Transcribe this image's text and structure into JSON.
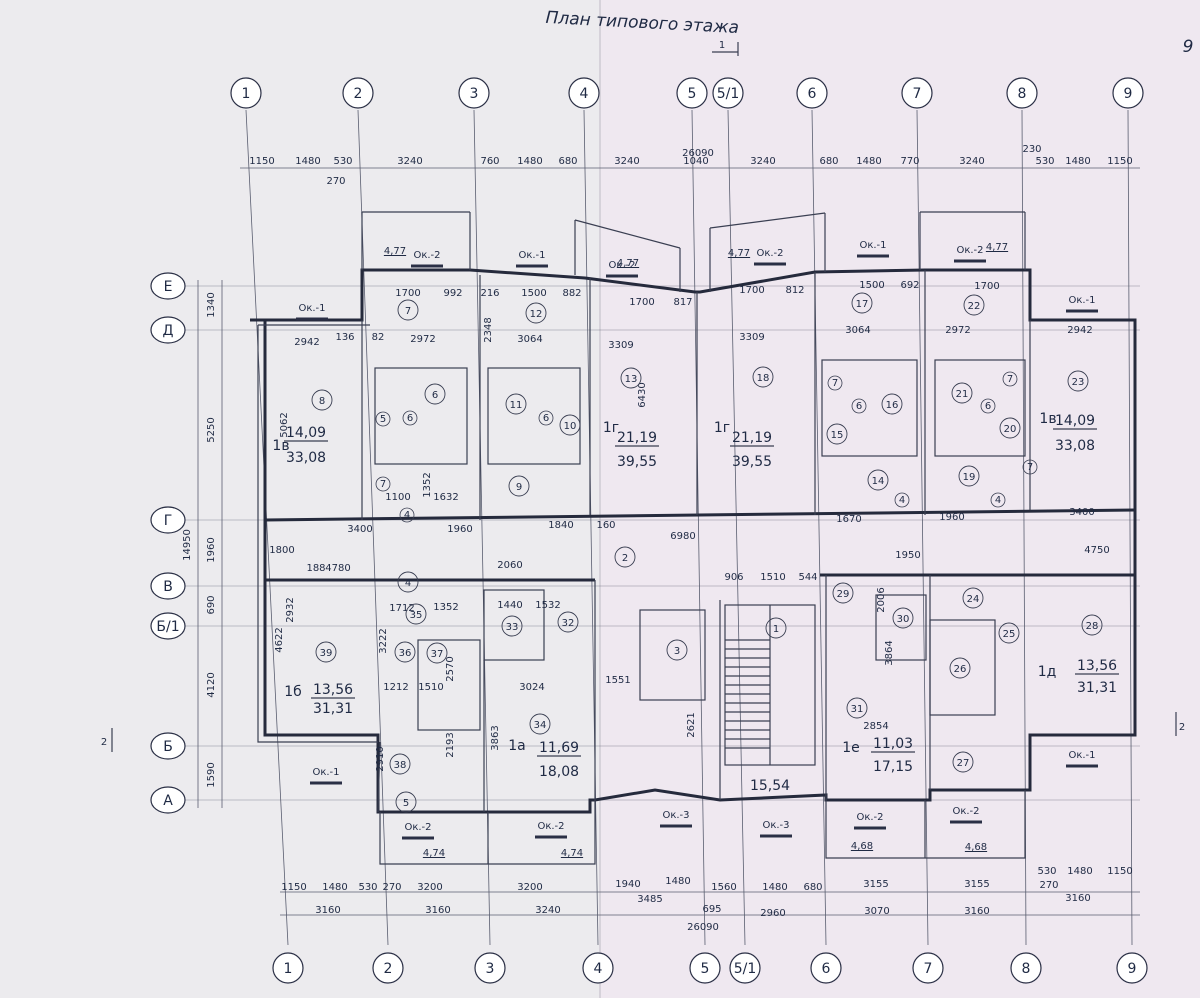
{
  "title": "План типового этажа",
  "page_mark": "9",
  "section_mark": "1",
  "section_mark_side": "2",
  "axes_top": [
    "1",
    "2",
    "3",
    "4",
    "5",
    "5/1",
    "6",
    "7",
    "8",
    "9"
  ],
  "axes_bottom": [
    "1",
    "2",
    "3",
    "4",
    "5",
    "5/1",
    "6",
    "7",
    "8",
    "9"
  ],
  "axes_left": [
    "Е",
    "Д",
    "Г",
    "В",
    "Б/1",
    "Б",
    "А"
  ],
  "overall_dim": "26090",
  "left_total": "14950",
  "left_dims": [
    "1340",
    "5250",
    "1960",
    "690",
    "4120",
    "1590"
  ],
  "top_dims": [
    "1150",
    "1480",
    "530",
    "3240",
    "760",
    "1480",
    "680",
    "3240",
    "1040",
    "3240",
    "680",
    "1480",
    "770",
    "3240",
    "530",
    "1480",
    "1150"
  ],
  "top_small": [
    "270",
    "230"
  ],
  "bottom_dims_1": [
    "1150",
    "1480",
    "530",
    "270",
    "3200",
    "3200",
    "1940",
    "1480",
    "1560",
    "1480",
    "680",
    "3155",
    "3155",
    "530",
    "270",
    "1480",
    "1150"
  ],
  "bottom_dims_2": [
    "3160",
    "3160",
    "3240",
    "3485",
    "695",
    "2960",
    "3070",
    "3160",
    "3160"
  ],
  "apartments": [
    {
      "type": "1в",
      "living": "14,09",
      "total": "33,08"
    },
    {
      "type": "1г",
      "living": "21,19",
      "total": "39,55"
    },
    {
      "type": "1г",
      "living": "21,19",
      "total": "39,55"
    },
    {
      "type": "1в",
      "living": "14,09",
      "total": "33,08"
    },
    {
      "type": "1б",
      "living": "13,56",
      "total": "31,31"
    },
    {
      "type": "1а",
      "living": "11,69",
      "total": "18,08"
    },
    {
      "type": "1е",
      "living": "11,03",
      "total": "17,15"
    },
    {
      "type": "1д",
      "living": "13,56",
      "total": "31,31"
    }
  ],
  "stair_area": "15,54",
  "balcony_areas": [
    "4,77",
    "4,77",
    "4,77",
    "4,77",
    "4,74",
    "4,74",
    "4,68",
    "4,68"
  ],
  "window_labels": [
    "Ок.-1",
    "Ок.-2",
    "Ок.-1",
    "Ок.-2",
    "Ок.-2",
    "Ок.-1",
    "Ок.-2",
    "Ок.-1",
    "Ок.-1",
    "Ок.-2",
    "Ок.-2",
    "Ок.-3",
    "Ок.-3",
    "Ок.-2",
    "Ок.-2",
    "Ок.-1"
  ],
  "room_numbers": [
    "1",
    "2",
    "3",
    "4",
    "5",
    "6",
    "7",
    "8",
    "9",
    "10",
    "11",
    "12",
    "13",
    "14",
    "15",
    "16",
    "17",
    "18",
    "19",
    "20",
    "21",
    "22",
    "23",
    "24",
    "25",
    "26",
    "27",
    "28",
    "29",
    "30",
    "31",
    "32",
    "33",
    "34",
    "35",
    "36",
    "37",
    "38",
    "39"
  ],
  "equipment_markers": [
    "5",
    "6",
    "7",
    "4"
  ],
  "inner_dims": [
    "2942",
    "2972",
    "3064",
    "3309",
    "3309",
    "3064",
    "2972",
    "2942",
    "1700",
    "992",
    "1500",
    "882",
    "1700",
    "817",
    "1700",
    "812",
    "1500",
    "692",
    "1700",
    "5062",
    "2348",
    "6430",
    "1100",
    "1632",
    "1352",
    "1960",
    "1840",
    "160",
    "6980",
    "1670",
    "1960",
    "3400",
    "3400",
    "4780",
    "2060",
    "4750",
    "1950",
    "1800",
    "188",
    "2932",
    "1712",
    "1352",
    "1440",
    "1532",
    "3222",
    "2570",
    "1212",
    "1510",
    "3024",
    "1551",
    "2621",
    "3863",
    "2193",
    "2910",
    "906",
    "1510",
    "544",
    "2006",
    "3864",
    "2854",
    "4622",
    "136",
    "82",
    "216"
  ]
}
